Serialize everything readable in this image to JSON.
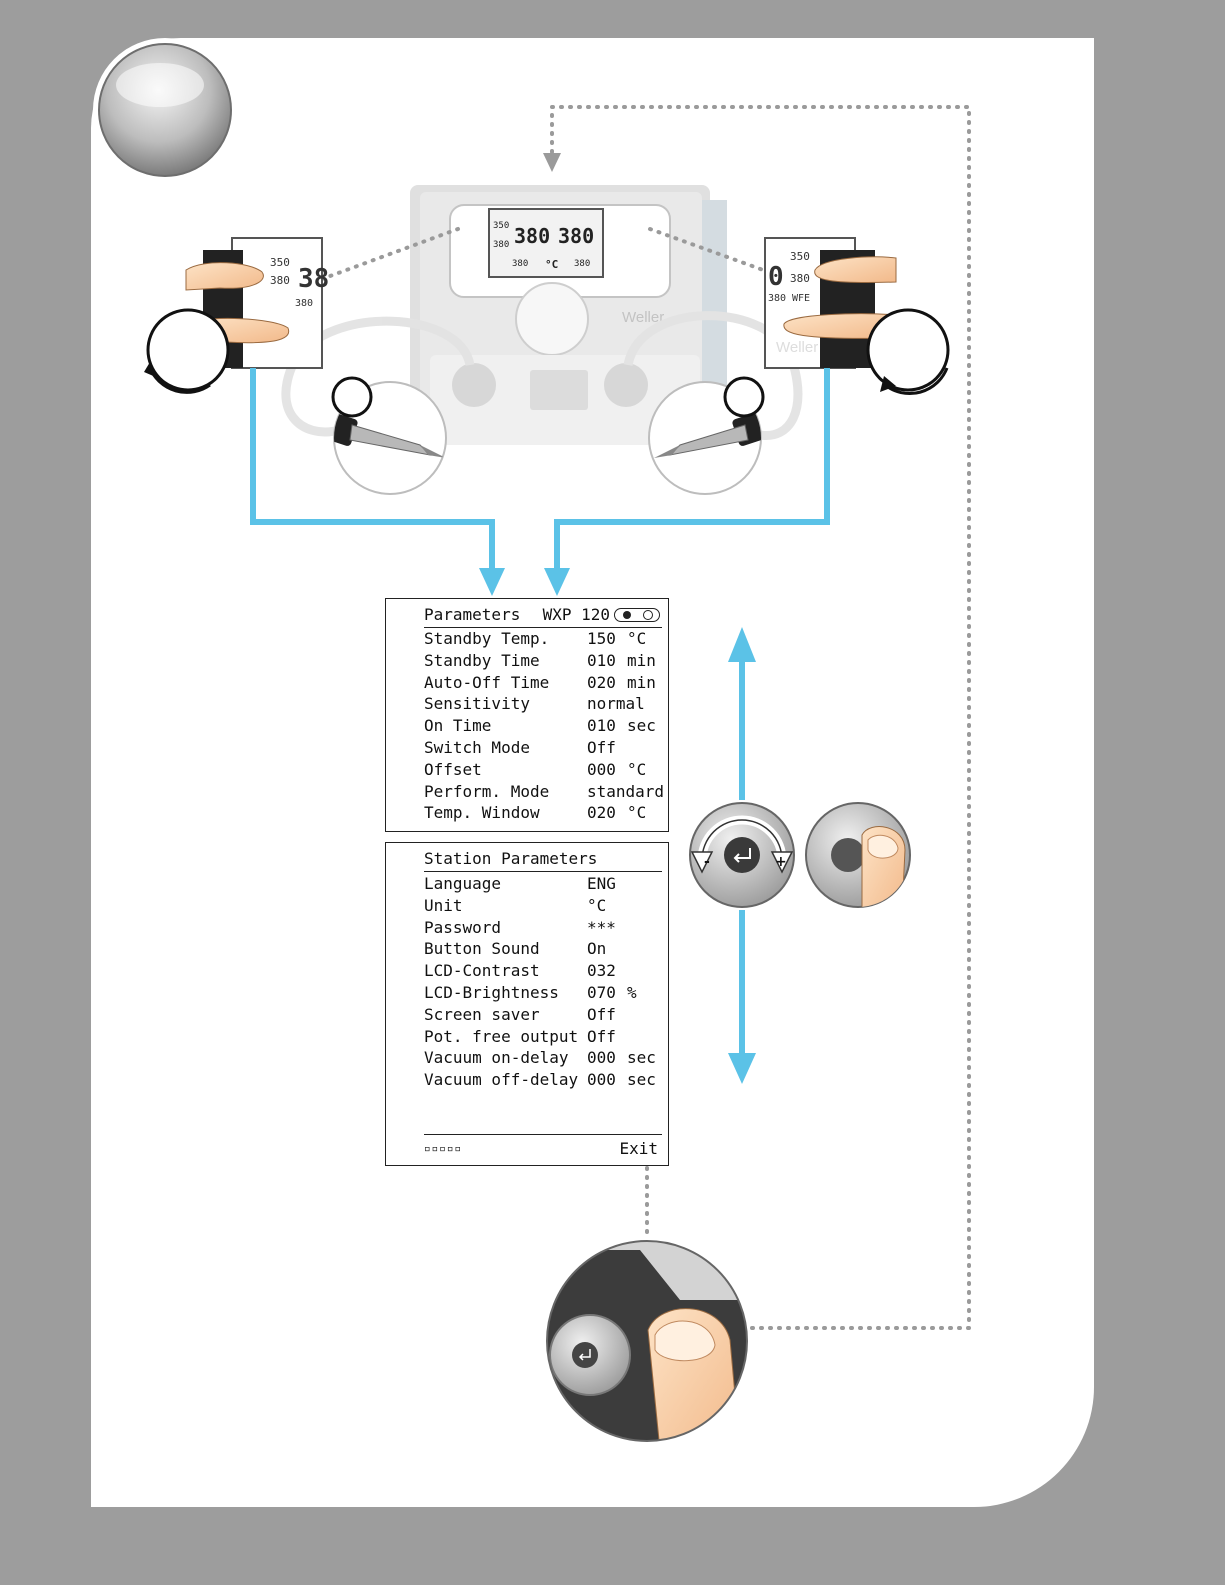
{
  "station": {
    "brand": "Weller",
    "display": {
      "temp_left": "380",
      "temp_right": "380",
      "side_small_top": "350",
      "side_small_bottom": "380",
      "unit_lock": "°C",
      "left_set": "380",
      "right_set": "380"
    },
    "left_zoom": {
      "top": "350",
      "bottom": "380",
      "partial_temp": "38",
      "set": "380"
    },
    "right_zoom": {
      "top": "350",
      "bottom": "380",
      "partial_temp": "0",
      "set": "380",
      "tag": "WFE"
    }
  },
  "parameters_screen": {
    "title": "Parameters",
    "model": "WXP 120",
    "rows": [
      {
        "label": "Standby Temp.",
        "value": "150",
        "unit": "°C"
      },
      {
        "label": "Standby Time",
        "value": "010",
        "unit": "min"
      },
      {
        "label": "Auto-Off Time",
        "value": "020",
        "unit": "min"
      },
      {
        "label": "Sensitivity",
        "value": "normal",
        "unit": ""
      },
      {
        "label": "On Time",
        "value": "010",
        "unit": "sec"
      },
      {
        "label": "Switch Mode",
        "value": "Off",
        "unit": ""
      },
      {
        "label": "Offset",
        "value": "000",
        "unit": "°C"
      },
      {
        "label": "Perform. Mode",
        "value": "standard",
        "unit": ""
      },
      {
        "label": "Temp. Window",
        "value": "020",
        "unit": "°C"
      }
    ]
  },
  "station_parameters_screen": {
    "title": "Station Parameters",
    "rows": [
      {
        "label": "Language",
        "value": "ENG",
        "unit": ""
      },
      {
        "label": "Unit",
        "value": "°C",
        "unit": ""
      },
      {
        "label": "Password",
        "value": "***",
        "unit": ""
      },
      {
        "label": "Button Sound",
        "value": "On",
        "unit": ""
      },
      {
        "label": "LCD-Contrast",
        "value": "032",
        "unit": ""
      },
      {
        "label": "LCD-Brightness",
        "value": "070",
        "unit": "%"
      },
      {
        "label": "Screen saver",
        "value": "Off",
        "unit": ""
      },
      {
        "label": "Pot. free output",
        "value": "Off",
        "unit": ""
      },
      {
        "label": "Vacuum on-delay",
        "value": "000",
        "unit": "sec"
      },
      {
        "label": "Vacuum off-delay",
        "value": "000",
        "unit": "sec"
      }
    ],
    "footer_dots": "▫▫▫▫▫",
    "exit_label": "Exit"
  },
  "knob_controls": {
    "minus": "-",
    "plus": "+"
  },
  "colors": {
    "flow_line": "#5bc2e7",
    "dotted_line": "#9a9a9a",
    "background": "#9d9d9d"
  }
}
